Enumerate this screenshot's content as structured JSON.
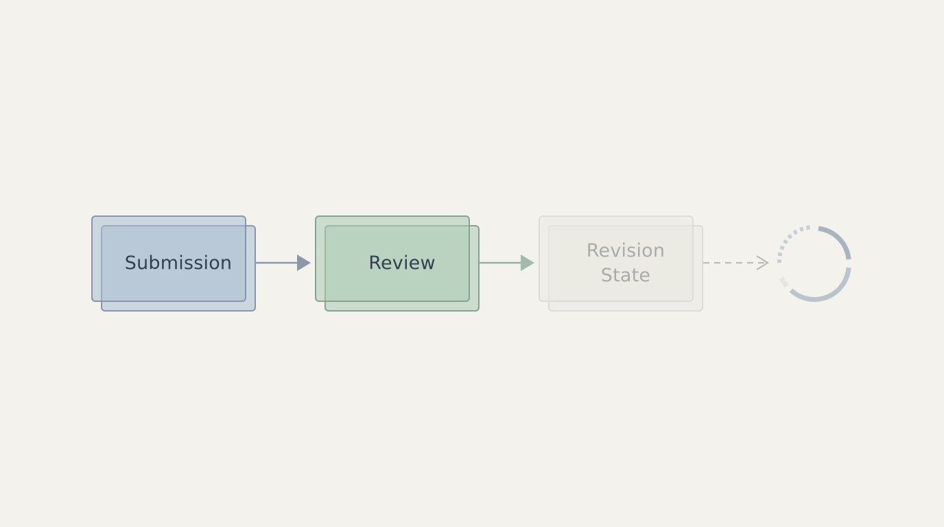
{
  "diagram": {
    "background": "#f3f2ed",
    "nodes": [
      {
        "id": "submission",
        "label": "Submission",
        "state": "active",
        "color": "#acc0d2"
      },
      {
        "id": "review",
        "label": "Review",
        "state": "active",
        "color": "#accab4"
      },
      {
        "id": "revision",
        "label": "Revision\nState",
        "state": "faded",
        "color": "#e9e9e2"
      }
    ],
    "edges": [
      {
        "from": "submission",
        "to": "review",
        "style": "solid"
      },
      {
        "from": "review",
        "to": "revision",
        "style": "solid"
      },
      {
        "from": "revision",
        "to": "pending",
        "style": "dashed"
      }
    ],
    "terminal": {
      "icon": "loading-ring-icon",
      "state": "pending"
    }
  }
}
